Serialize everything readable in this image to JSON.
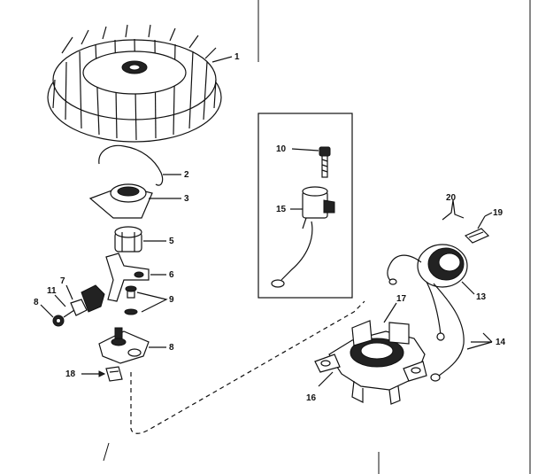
{
  "callouts": {
    "c1": "1",
    "c2": "2",
    "c3": "3",
    "c5": "5",
    "c6": "6",
    "c7": "7",
    "c8": "8",
    "c9": "9",
    "c10": "10",
    "c11": "11",
    "c13": "13",
    "c14": "14",
    "c15": "15",
    "c16": "16",
    "c17": "17",
    "c18": "18",
    "c19": "19",
    "c20": "20",
    "c8b": "8"
  },
  "colors": {
    "ink": "#111111",
    "paper": "#ffffff"
  }
}
